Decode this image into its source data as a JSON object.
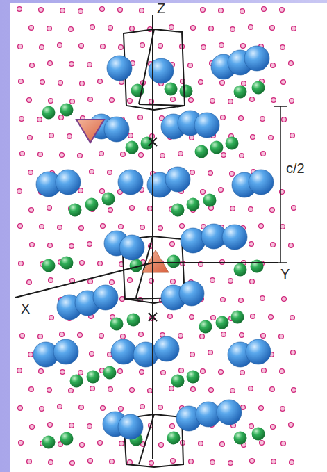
{
  "diagram": {
    "labels": [
      "Z",
      "c/2",
      "Y",
      "X"
    ]
  }
}
